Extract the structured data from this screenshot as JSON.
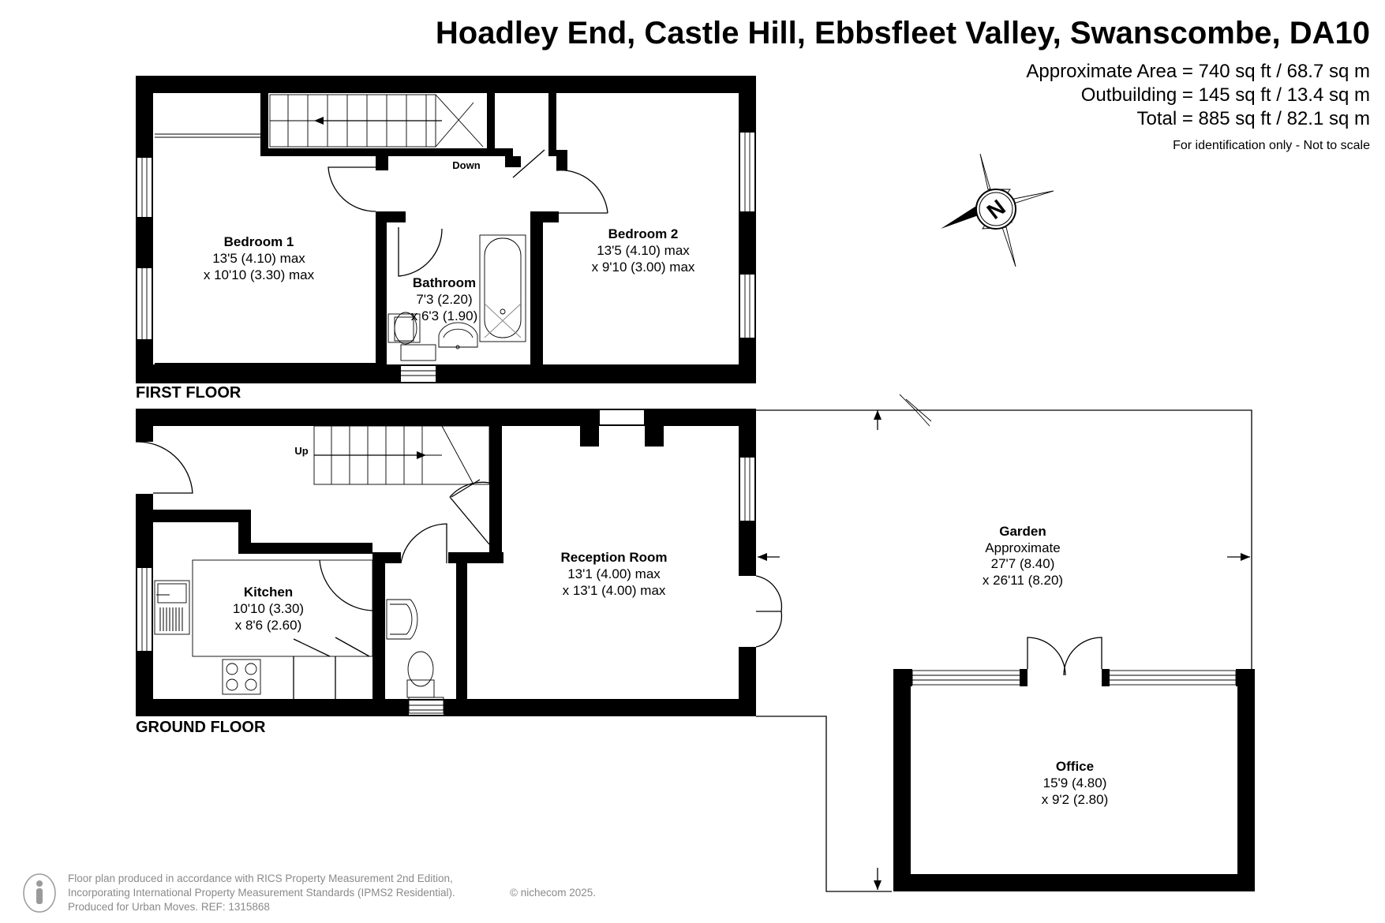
{
  "header": {
    "title": "Hoadley End, Castle Hill, Ebbsfleet Valley, Swanscombe, DA10",
    "approx_area": "Approximate Area = 740 sq ft / 68.7 sq m",
    "outbuilding": "Outbuilding = 145 sq ft / 13.4 sq m",
    "total": "Total = 885 sq ft / 82.1 sq m",
    "identification": "For identification only - Not to scale"
  },
  "compass": {
    "label": "N",
    "icon": "north-compass-icon"
  },
  "first_floor": {
    "label": "FIRST FLOOR",
    "stairs_label": "Down",
    "bedroom1": {
      "name": "Bedroom 1",
      "dim1": "13'5 (4.10) max",
      "dim2": "x 10'10 (3.30)  max"
    },
    "bathroom": {
      "name": "Bathroom",
      "dim1": "7'3 (2.20)",
      "dim2": "x 6'3 (1.90)"
    },
    "bedroom2": {
      "name": "Bedroom 2",
      "dim1": "13'5 (4.10) max",
      "dim2": "x 9'10 (3.00) max"
    }
  },
  "ground_floor": {
    "label": "GROUND FLOOR",
    "stairs_label": "Up",
    "kitchen": {
      "name": "Kitchen",
      "dim1": "10'10 (3.30)",
      "dim2": "x 8'6 (2.60)"
    },
    "reception": {
      "name": "Reception Room",
      "dim1": "13'1 (4.00) max",
      "dim2": "x 13'1 (4.00) max"
    }
  },
  "garden": {
    "name": "Garden",
    "note": "Approximate",
    "dim1": "27'7 (8.40)",
    "dim2": "x 26'11 (8.20)"
  },
  "office": {
    "name": "Office",
    "dim1": "15'9 (4.80)",
    "dim2": "x 9'2 (2.80)"
  },
  "footer": {
    "line1": "Floor plan produced in accordance with RICS Property Measurement 2nd Edition,",
    "line2": "Incorporating International Property Measurement Standards (IPMS2 Residential).",
    "copyright": "© nichecom 2025.",
    "line3": "Produced for Urban Moves.   REF:  1315868",
    "icon": "person-icon"
  },
  "colors": {
    "wall": "#000000",
    "footer_text": "#8a8a8a",
    "background": "#ffffff"
  }
}
